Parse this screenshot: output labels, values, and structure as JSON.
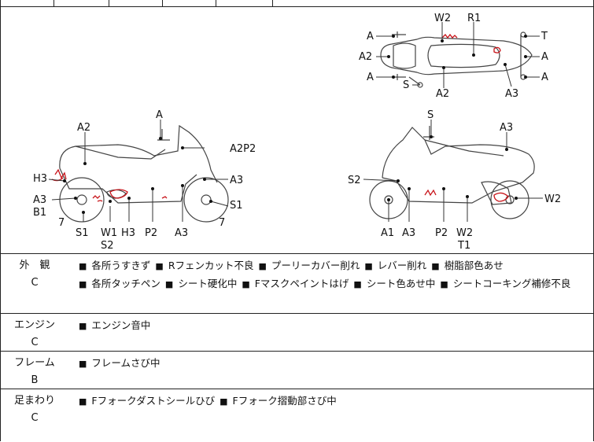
{
  "diagram": {
    "top_view": {
      "labels": {
        "a1": "A",
        "a2": "A2",
        "a3": "A",
        "s": "S",
        "w2": "W2",
        "r1": "R1",
        "a2b": "A2",
        "t": "T",
        "a_r1": "A",
        "a_r2": "A",
        "a3b": "A3"
      }
    },
    "left_view": {
      "labels": {
        "a_top": "A",
        "a2": "A2",
        "a2p2": "A2P2",
        "h3": "H3",
        "a3_l": "A3",
        "b1": "B1",
        "seven_l": "7",
        "s1_l": "S1",
        "w1": "W1",
        "s2": "S2",
        "h3_b": "H3",
        "p2": "P2",
        "a3_b": "A3",
        "seven_r": "7",
        "a3_r": "A3",
        "s1_r": "S1"
      }
    },
    "right_view": {
      "labels": {
        "s_top": "S",
        "a3_top": "A3",
        "s2": "S2",
        "a1": "A1",
        "a3": "A3",
        "p2": "P2",
        "w2_b": "W2",
        "t1": "T1",
        "w2_r": "W2"
      }
    }
  },
  "rows": [
    {
      "label": "外　観",
      "grade": "C",
      "items": [
        "各所うすきず",
        "Rフェンカット不良",
        "プーリーカバー削れ",
        "レバー削れ",
        "樹脂部色あせ",
        "各所タッチペン",
        "シート硬化中",
        "Fマスクペイントはげ",
        "シート色あせ中",
        "シートコーキング補修不良"
      ]
    },
    {
      "label": "エンジン",
      "grade": "C",
      "items": [
        "エンジン音中"
      ]
    },
    {
      "label": "フレーム",
      "grade": "B",
      "items": [
        "フレームさび中"
      ]
    },
    {
      "label": "足まわり",
      "grade": "C",
      "items": [
        "Fフォークダストシールひび",
        "Fフォーク摺動部さび中"
      ]
    }
  ]
}
